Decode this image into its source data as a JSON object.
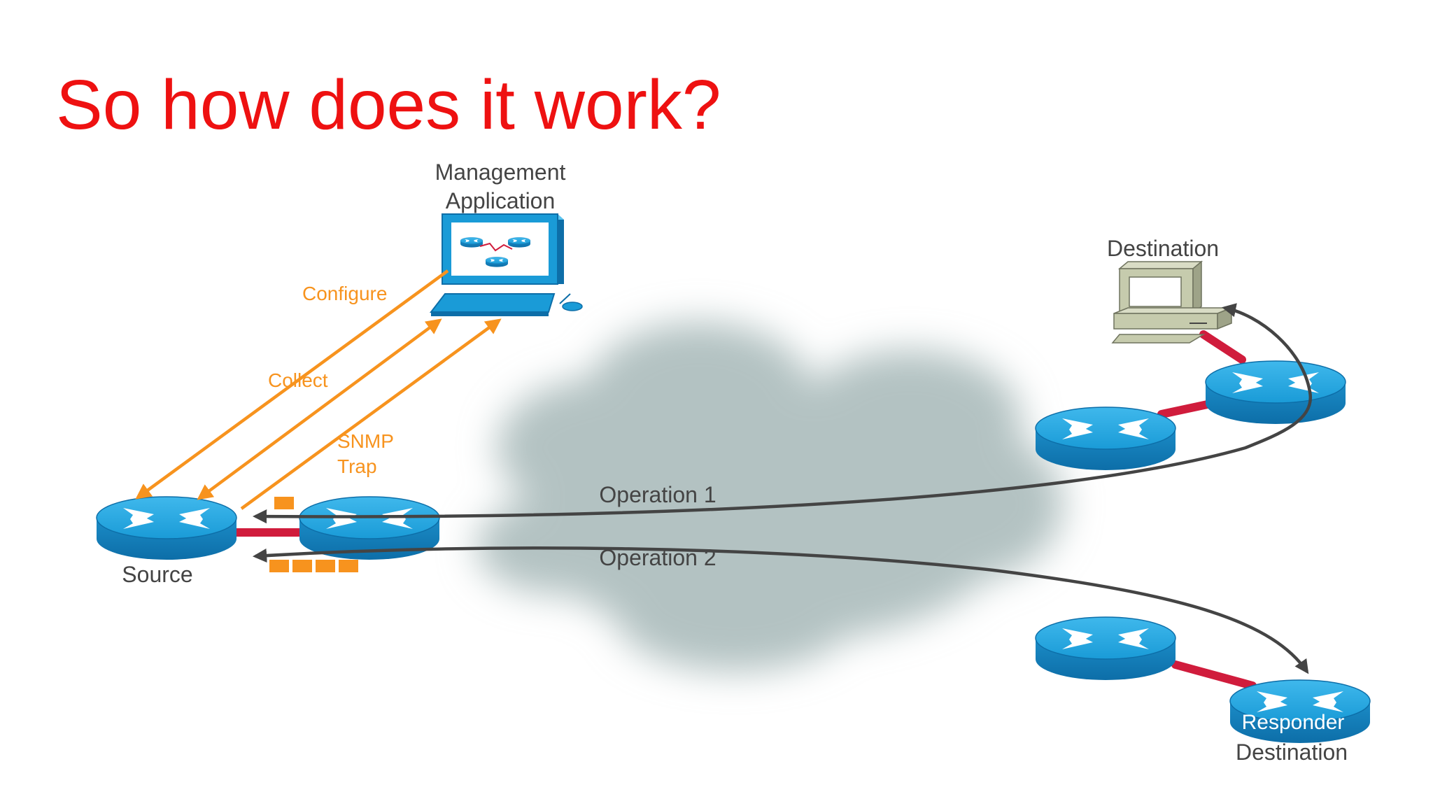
{
  "slide": {
    "title": "So how does it work?"
  },
  "labels": {
    "management_application": [
      "Management",
      "Application"
    ],
    "configure": "Configure",
    "collect": "Collect",
    "snmp_trap": [
      "SNMP",
      "Trap"
    ],
    "source": "Source",
    "destination_top": "Destination",
    "operation_1": "Operation 1",
    "operation_2": "Operation 2",
    "responder": "Responder",
    "destination_bottom": "Destination"
  },
  "colors": {
    "title": "#ee1111",
    "label_text": "#444444",
    "snmp_arrows": "#f7931e",
    "operation_arrows": "#444444",
    "link": "#d01c3c",
    "router_blue": "#1a9bd7",
    "cloud": "#b3c2c2"
  },
  "icons": [
    "router-icon",
    "computer-icon",
    "workstation-icon",
    "cloud-icon"
  ]
}
